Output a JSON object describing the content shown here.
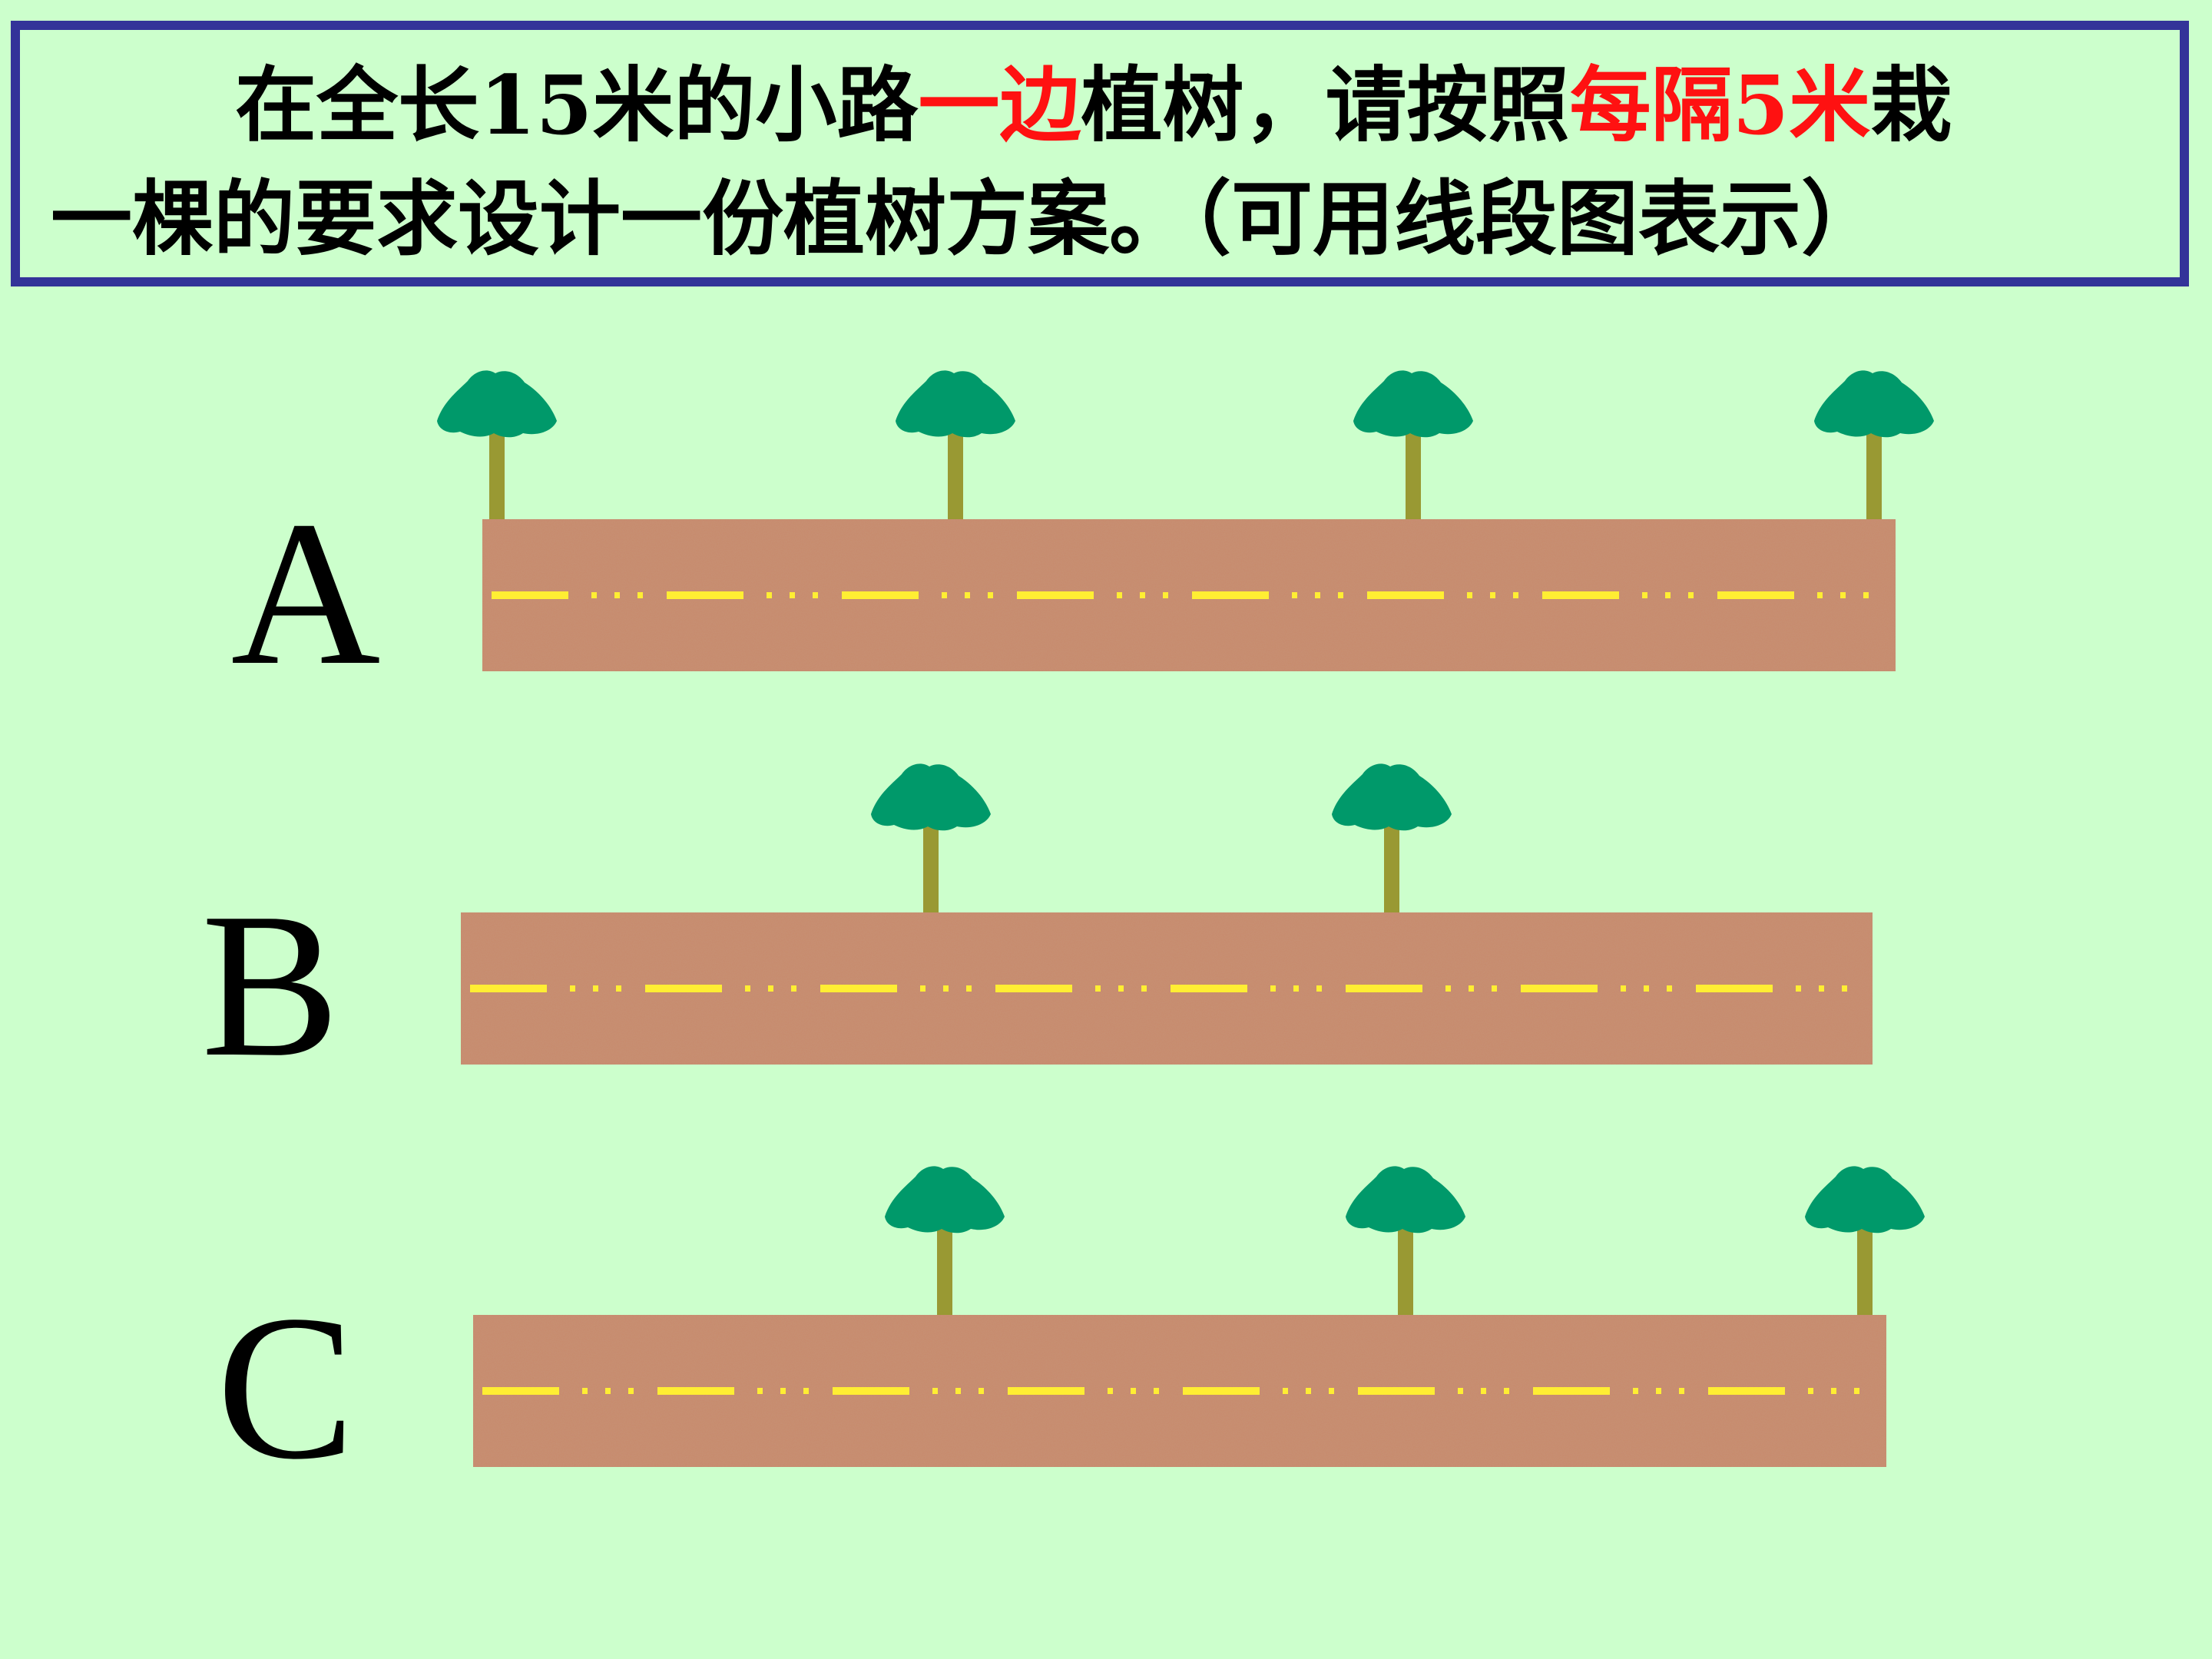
{
  "question": {
    "line1_parts": [
      {
        "text": "在全长15米的小路",
        "highlight": false
      },
      {
        "text": "一边",
        "highlight": true
      },
      {
        "text": "植树，请按照",
        "highlight": false
      },
      {
        "text": "每隔5米",
        "highlight": true
      },
      {
        "text": "栽",
        "highlight": false
      }
    ],
    "line2": "一棵的要求设计一份植树方案。（可用线段图表示）"
  },
  "colors": {
    "background": "#ccffcc",
    "border": "#333399",
    "highlight": "#ff1111",
    "road": "#c8896a",
    "center_line": "#ffee33",
    "tree_canopy": "#00996a",
    "tree_trunk": "#999933"
  },
  "options": [
    {
      "label": "A",
      "trees": 4
    },
    {
      "label": "B",
      "trees": 2
    },
    {
      "label": "C",
      "trees": 3
    }
  ]
}
